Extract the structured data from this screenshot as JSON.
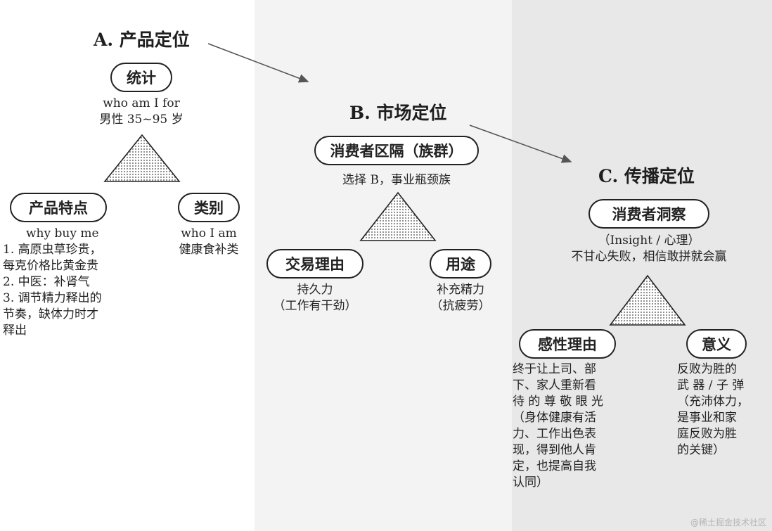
{
  "section_a": {
    "title": "A. 产品定位",
    "top_node": "统计",
    "top_text": [
      "who am I for",
      "男性 35~95 岁"
    ],
    "left_node": "产品特点",
    "left_text": [
      "why buy me",
      "1. 高原虫草珍贵，",
      "每克价格比黄金贵",
      "2. 中医：补肾气",
      "3. 调节精力释出的",
      "节奏，缺体力时才",
      "释出"
    ],
    "right_node": "类别",
    "right_text": [
      "who I am",
      "健康食补类"
    ]
  },
  "section_b": {
    "title": "B. 市场定位",
    "top_node": "消费者区隔（族群）",
    "top_text": [
      "选择 B，事业瓶颈族"
    ],
    "left_node": "交易理由",
    "left_text": [
      "持久力",
      "（工作有干劲）"
    ],
    "right_node": "用途",
    "right_text": [
      "补充精力",
      "（抗疲劳）"
    ]
  },
  "section_c": {
    "title": "C. 传播定位",
    "top_node": "消费者洞察",
    "top_text": [
      "（Insight / 心理）",
      "不甘心失败，相信敢拼就会赢"
    ],
    "left_node": "感性理由",
    "left_text": [
      "终于让上司、部",
      "下、家人重新看",
      "待 的 尊 敬 眼 光",
      "（身体健康有活",
      "力、工作出色表",
      "现，得到他人肯",
      "定，也提高自我",
      "认同）"
    ],
    "right_node": "意义",
    "right_text": [
      "反败为胜的",
      "武 器 / 子 弹",
      "（充沛体力，",
      "是事业和家",
      "庭反败为胜",
      "的关键）"
    ]
  },
  "watermark": "@稀土掘金技术社区",
  "colors": {
    "panel_a": "#ffffff",
    "panel_b": "#f3f3f3",
    "panel_c": "#e8e8e8",
    "arrow": "#555555"
  }
}
